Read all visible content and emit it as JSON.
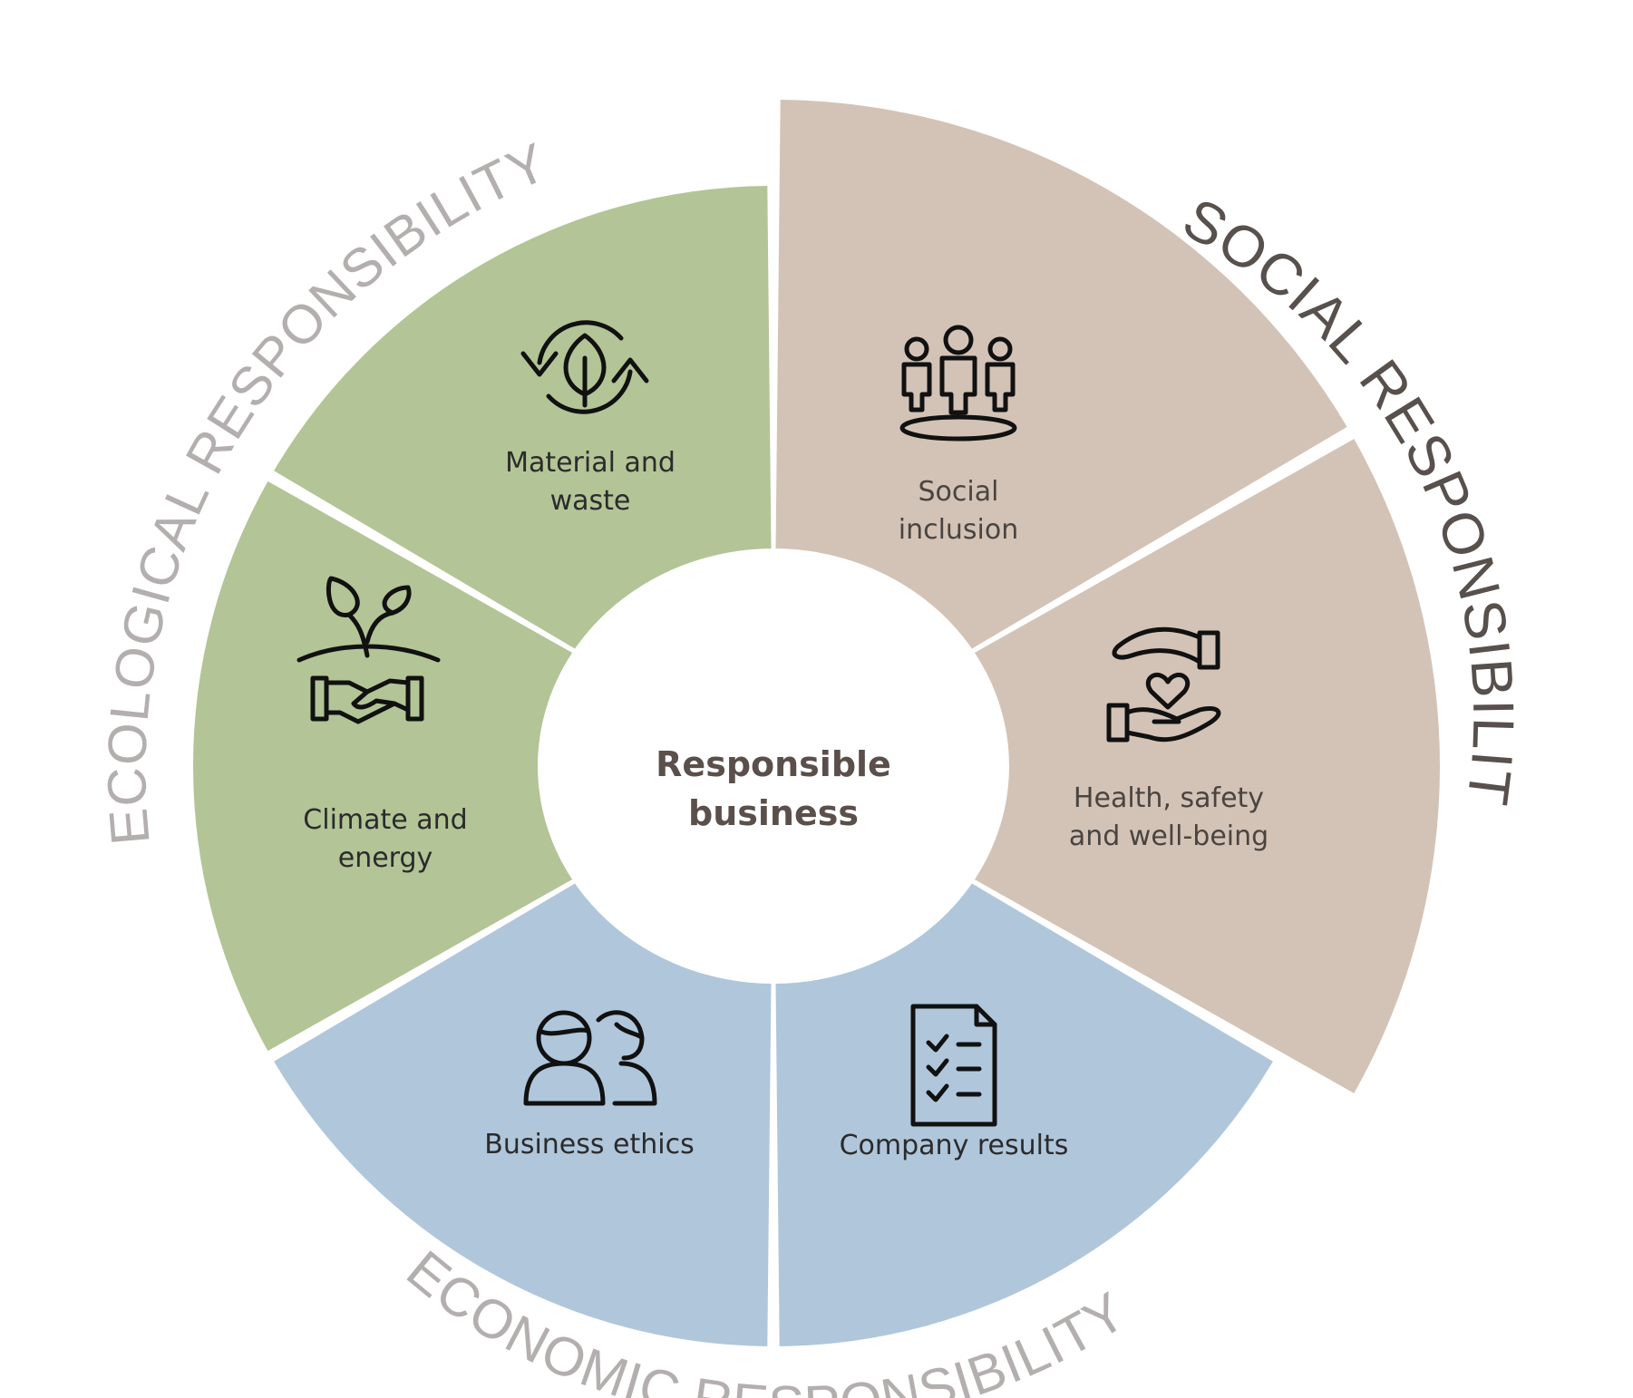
{
  "center": {
    "lines": [
      "Responsible",
      "business"
    ]
  },
  "groups": {
    "social": {
      "label": "SOCIAL RESPONSIBILITY",
      "color": "#d3c3b6",
      "label_color": "#57504c"
    },
    "ecological": {
      "label": "ECOLOGICAL RESPONSIBILITY",
      "color": "#b3c496",
      "label_color": "#b3afae"
    },
    "economic": {
      "label": "ECONOMIC RESPONSIBILITY",
      "color": "#b0c6db",
      "label_color": "#b3afae"
    }
  },
  "segments": [
    {
      "id": "social-inclusion",
      "group": "social",
      "lines": [
        "Social",
        "inclusion"
      ],
      "icon": "group-of-people-icon"
    },
    {
      "id": "health-safety",
      "group": "social",
      "lines": [
        "Health, safety",
        "and well-being"
      ],
      "icon": "caring-hands-heart-icon"
    },
    {
      "id": "company-results",
      "group": "economic",
      "lines": [
        "Company results"
      ],
      "icon": "checklist-document-icon"
    },
    {
      "id": "business-ethics",
      "group": "economic",
      "lines": [
        "Business ethics"
      ],
      "icon": "two-persons-icon"
    },
    {
      "id": "climate-energy",
      "group": "ecological",
      "lines": [
        "Climate and",
        "energy"
      ],
      "icon": "plant-handshake-icon"
    },
    {
      "id": "material-waste",
      "group": "ecological",
      "lines": [
        "Material and",
        "waste"
      ],
      "icon": "recycle-leaf-icon"
    }
  ],
  "colors": {
    "text_dark": "#2b2b2b",
    "text_social": "#4a4440",
    "center_text": "#5a4f4a"
  }
}
